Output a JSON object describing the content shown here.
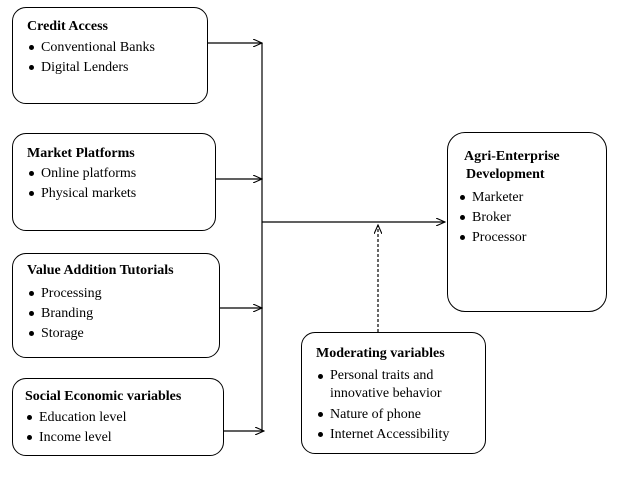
{
  "boxes": {
    "credit": {
      "title": "Credit Access",
      "items": [
        "Conventional Banks",
        "Digital Lenders"
      ]
    },
    "market": {
      "title": "Market Platforms",
      "items": [
        "Online platforms",
        "Physical markets"
      ]
    },
    "value": {
      "title": "Value Addition Tutorials",
      "items": [
        "Processing",
        "Branding",
        "Storage"
      ]
    },
    "social": {
      "title": "Social Economic variables",
      "items": [
        "Education level",
        "Income level"
      ]
    },
    "moderating": {
      "title": "Moderating variables",
      "items": [
        "Personal traits and innovative behavior",
        "Nature of phone",
        "Internet Accessibility"
      ]
    },
    "agri": {
      "title_line1": "Agri-Enterprise",
      "title_line2": "Development",
      "items": [
        "Marketer",
        "Broker",
        "Processor"
      ]
    }
  }
}
